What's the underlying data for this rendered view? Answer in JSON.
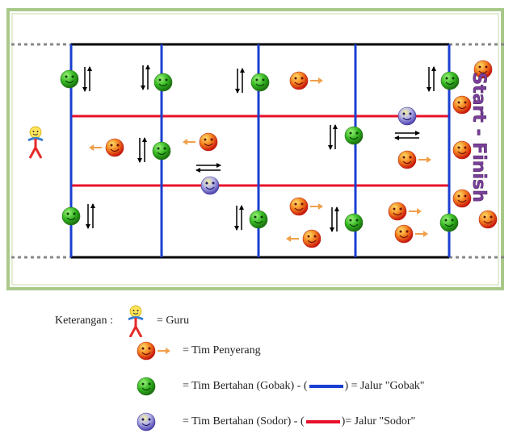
{
  "field": {
    "vertical_label": "Start - Finish",
    "colors": {
      "gobak_line": "#1a3fd1",
      "sodor_line": "#e8102a",
      "border": "#000000",
      "frame": "#a9c98a",
      "dashed": "#888888"
    }
  },
  "legend": {
    "title": "Keterangan :",
    "guru": "= Guru",
    "penyerang": "= Tim  Penyerang",
    "gobak_text": "= Tim  Bertahan (Gobak)   -   (",
    "gobak_line_label": ") = Jalur \"Gobak\"",
    "sodor_text": "= Tim  Bertahan (Sodor)   -   (",
    "sodor_line_label": ")= Jalur \"Sodor\""
  },
  "icons": {
    "guru": "teacher-figure-icon",
    "attacker": "orange-smiley-icon",
    "gobak": "green-smiley-icon",
    "sodor": "purple-smiley-icon",
    "arrow_vertical": "double-vertical-arrow-icon",
    "arrow_horizontal": "double-horizontal-arrow-icon",
    "arrow_right": "orange-arrow-icon"
  }
}
